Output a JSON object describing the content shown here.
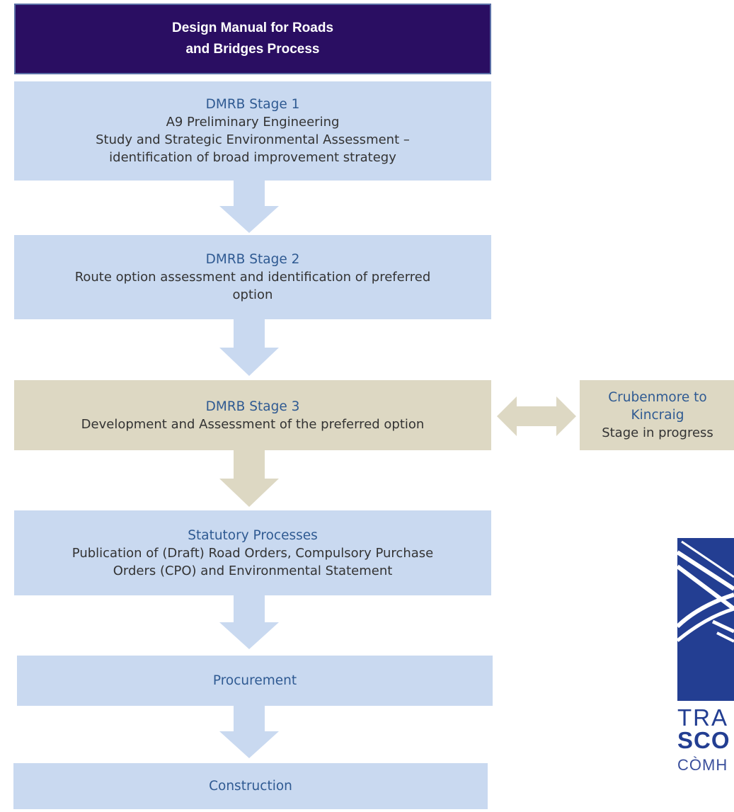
{
  "header": {
    "lines": [
      "Design Manual for Roads",
      "and Bridges Process"
    ]
  },
  "stages": [
    {
      "title": "DMRB Stage 1",
      "lines": [
        "A9 Preliminary Engineering",
        "Study and Strategic Environmental Assessment –",
        "identification of broad improvement strategy"
      ]
    },
    {
      "title": "DMRB Stage 2",
      "lines": [
        "Route option assessment and identification of preferred",
        "option"
      ]
    },
    {
      "title": "DMRB Stage 3",
      "lines": [
        "Development and Assessment  of the preferred option"
      ]
    },
    {
      "title": "Statutory Processes",
      "lines": [
        "Publication of (Draft) Road Orders, Compulsory Purchase",
        "Orders (CPO) and Environmental Statement"
      ]
    },
    {
      "title": "Procurement",
      "lines": []
    },
    {
      "title": "Construction",
      "lines": []
    }
  ],
  "side_box": {
    "title_lines": [
      "Crubenmore to",
      "Kincraig"
    ],
    "status": "Stage in progress"
  },
  "logo": {
    "lines": [
      "TRA",
      "SCO",
      "CÒMH"
    ]
  },
  "colors": {
    "header_bg": "#2a0e62",
    "stage_bg": "#c9d9f0",
    "current_stage_bg": "#ddd8c3",
    "title_text": "#2f5a92",
    "body_text": "#333333",
    "logo_blue": "#233e92"
  }
}
